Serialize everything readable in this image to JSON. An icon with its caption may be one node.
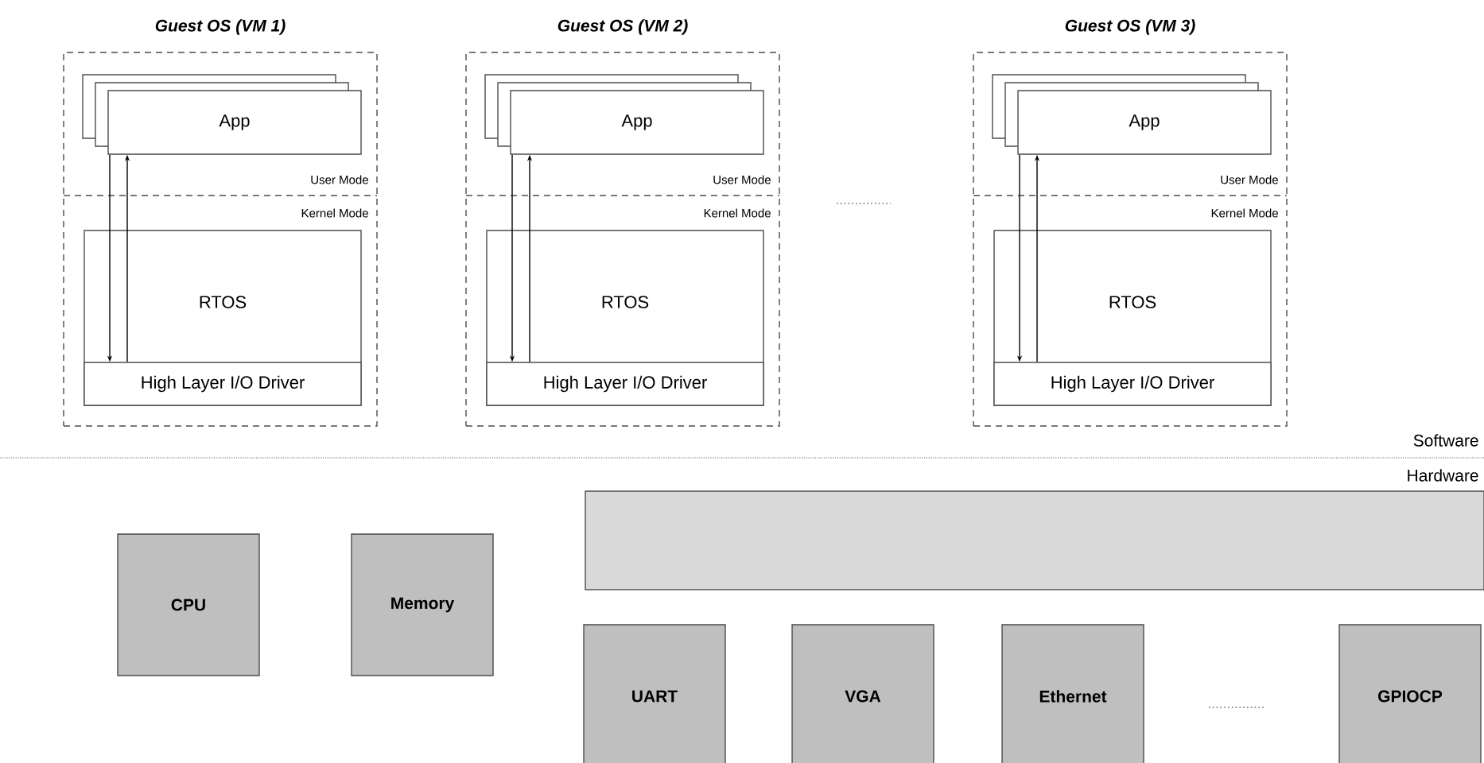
{
  "diagram": {
    "nodes": [
      {
        "text": [
          "Guest OS (VM 1)",
          "User Mode",
          "Kernel Mode"
        ]
      },
      {
        "text": [
          "App"
        ],
        "in": 0
      },
      {
        "text": [
          "RTOS"
        ],
        "in": 0
      },
      {
        "text": [
          "High Layer I/O Driver"
        ],
        "in": 2
      },
      {
        "text": [
          "Guest OS (VM 2)",
          "User Mode",
          "Kernel Mode"
        ]
      },
      {
        "text": [
          "App"
        ],
        "in": 4
      },
      {
        "text": [
          "RTOS"
        ],
        "in": 4
      },
      {
        "text": [
          "High Layer I/O Driver"
        ],
        "in": 6
      },
      {
        "text": [
          "Guest OS (VM 3)",
          "User Mode",
          "Kernel Mode"
        ]
      },
      {
        "text": [
          "App"
        ],
        "in": 8
      },
      {
        "text": [
          "RTOS"
        ],
        "in": 8
      },
      {
        "text": [
          "High Layer I/O Driver"
        ],
        "in": 10
      },
      {
        "text": [
          "CPU"
        ]
      },
      {
        "text": [
          "Memory"
        ]
      },
      {
        "text": [],
        "shape": "bar"
      },
      {
        "text": [
          "UART"
        ]
      },
      {
        "text": [
          "VGA"
        ]
      },
      {
        "text": [
          "Ethernet"
        ]
      },
      {
        "text": [
          "GPIOCP"
        ]
      }
    ],
    "edges": [
      {
        "from": 1,
        "to": 3,
        "arrow": "to"
      },
      {
        "from": 3,
        "to": 1,
        "arrow": "to"
      },
      {
        "from": 5,
        "to": 7,
        "arrow": "to"
      },
      {
        "from": 7,
        "to": 5,
        "arrow": "to"
      },
      {
        "from": 9,
        "to": 11,
        "arrow": "to"
      },
      {
        "from": 11,
        "to": 9,
        "arrow": "to"
      }
    ],
    "labels": [
      "Software",
      "Hardware"
    ]
  }
}
